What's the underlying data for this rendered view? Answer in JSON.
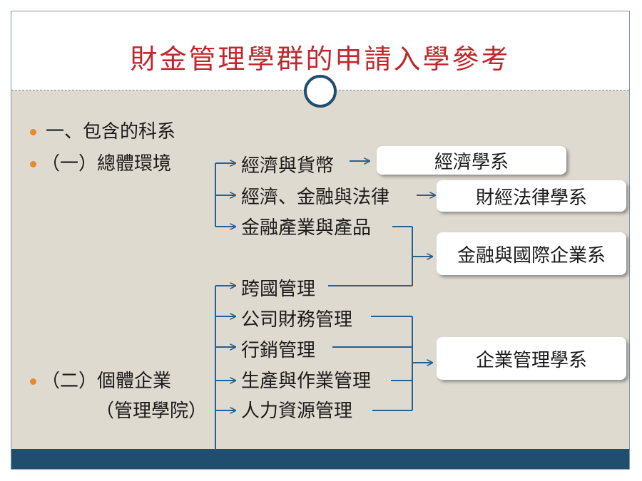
{
  "title": "財金管理學群的申請入學參考",
  "bullets": {
    "b1": "一、包含的科系",
    "b2": "（一）總體環境",
    "b3_line1": "（二）個體企業",
    "b3_line2": "（管理學院）"
  },
  "subjects": {
    "s1": "經濟與貨幣",
    "s2": "經濟、金融與法律",
    "s3": "金融產業與產品",
    "s4": "跨國管理",
    "s5": "公司財務管理",
    "s6": "行銷管理",
    "s7": "生產與作業管理",
    "s8": "人力資源管理"
  },
  "departments": {
    "d1": "經濟學系",
    "d2": "財經法律學系",
    "d3": "金融與國際企業系",
    "d4": "企業管理學系"
  },
  "colors": {
    "title": "#c0282d",
    "bullet": "#e8892b",
    "content_bg": "#dfdad0",
    "footer": "#1f4e6f",
    "connector": "#2c5f8a"
  }
}
